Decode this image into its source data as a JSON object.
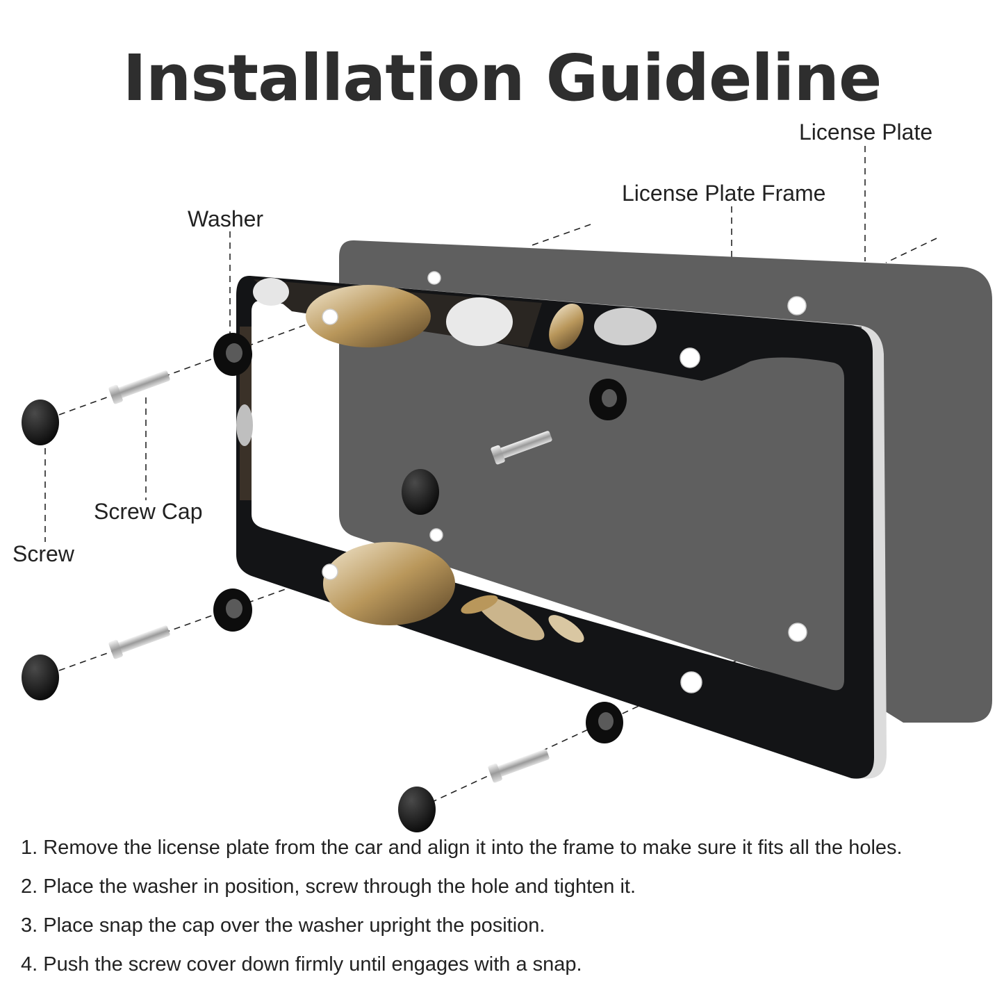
{
  "title": "Installation Guideline",
  "labels": {
    "license_plate": "License Plate",
    "license_plate_frame": "License Plate Frame",
    "washer": "Washer",
    "screw_cap": "Screw Cap",
    "screw": "Screw"
  },
  "steps": [
    "1. Remove the license plate from the car and align it into the frame to make sure it fits all the holes.",
    "2. Place the washer in position, screw through the hole and tighten it.",
    "3. Place snap the cap over the washer upright the position.",
    "4. Push the screw cover down firmly until engages with a snap."
  ],
  "colors": {
    "plate": "#5e5e5e",
    "frame": "#111316",
    "gold": "#b9975b",
    "text": "#222222"
  }
}
